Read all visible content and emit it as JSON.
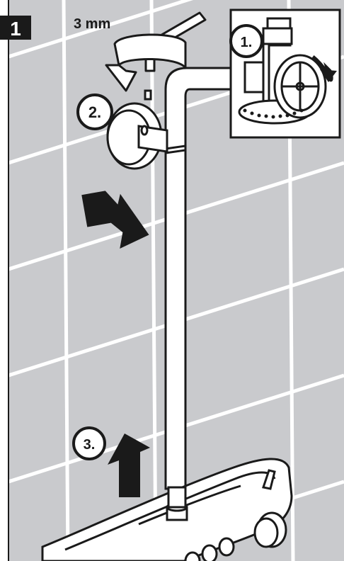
{
  "step": {
    "number": "1",
    "tool_size": "3 mm"
  },
  "callouts": [
    {
      "label": "1."
    },
    {
      "label": "2."
    },
    {
      "label": "3."
    }
  ],
  "colors": {
    "tile": "#c9cacd",
    "grout": "#ffffff",
    "outline": "#1a1a1a",
    "fixture": "#ffffff",
    "accent": "#000000"
  }
}
